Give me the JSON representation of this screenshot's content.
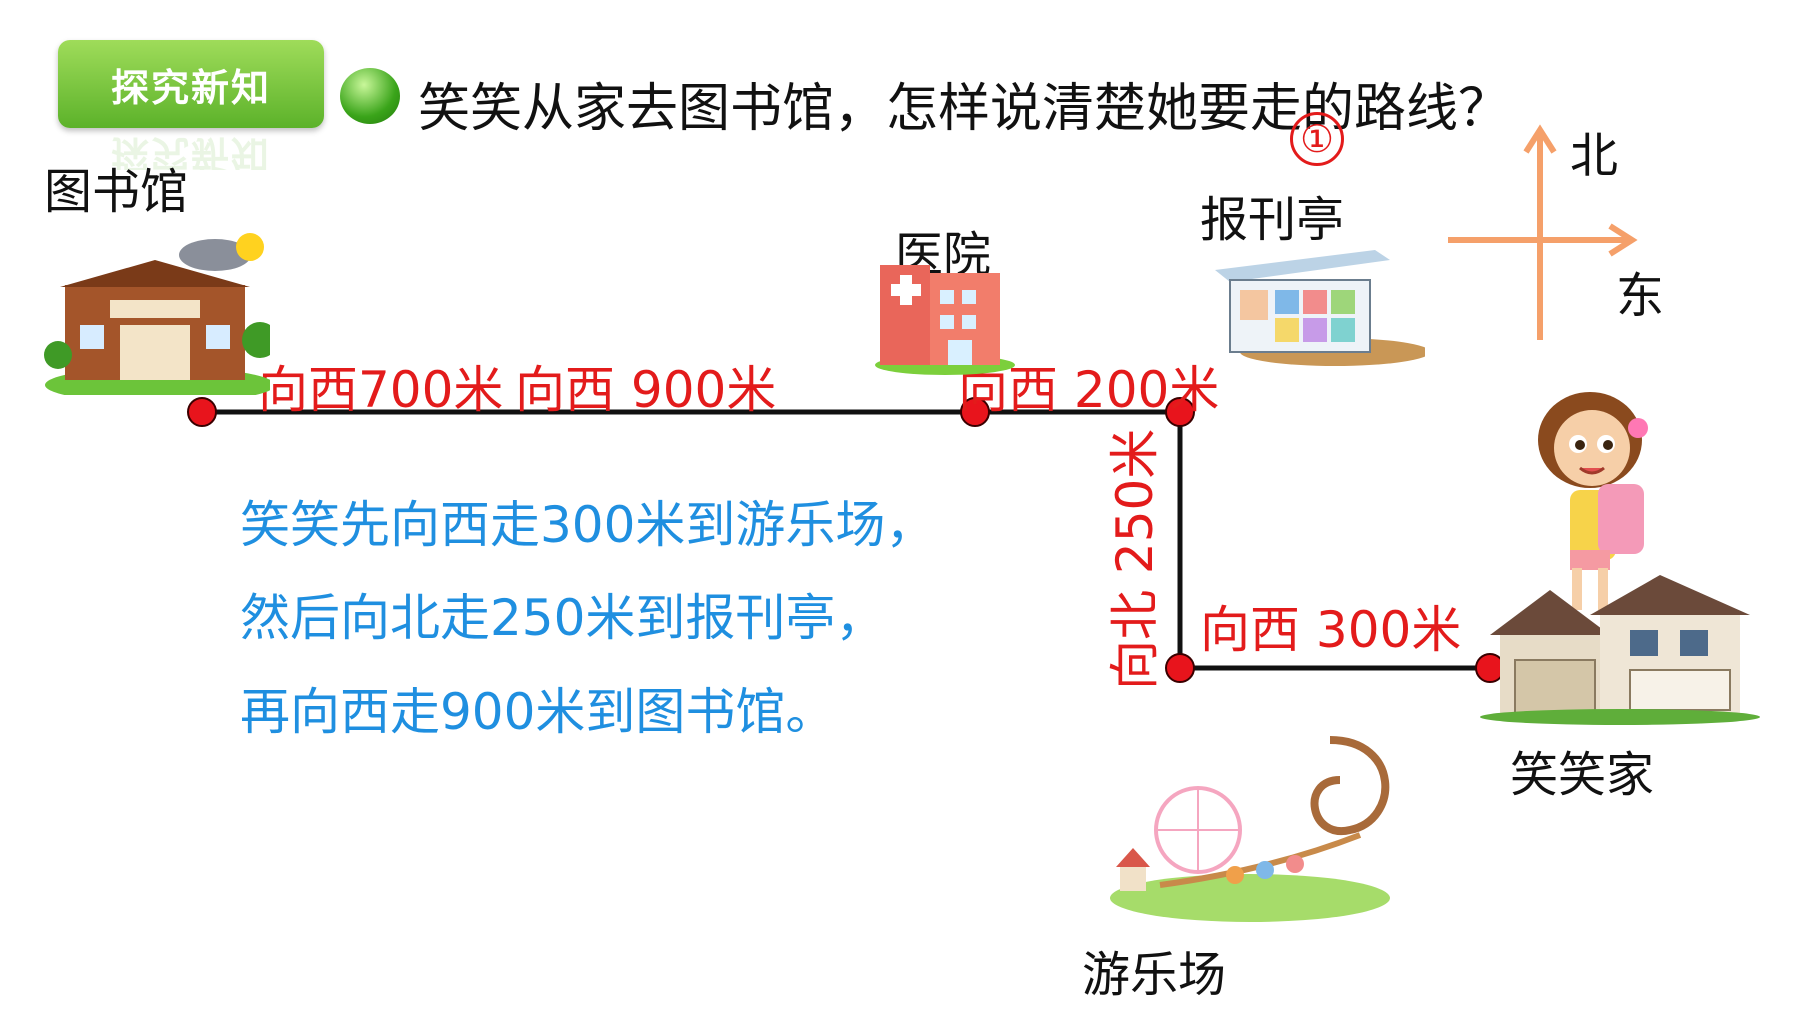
{
  "header": {
    "badge_label": "探究新知",
    "question": "笑笑从家去图书馆，怎样说清楚她要走的路线？"
  },
  "places": {
    "library": "图书馆",
    "hospital": "医院",
    "newsstand": "报刊亭",
    "home": "笑笑家",
    "amusement_park": "游乐场"
  },
  "compass": {
    "north": "北",
    "east": "东"
  },
  "marker": "①",
  "route_labels": {
    "west_700": "向西700米",
    "west_900": "向西  900米",
    "west_200": "向西  200米",
    "north_250": "向北  250米",
    "west_300": "向西  300米"
  },
  "answer": {
    "line1": "笑笑先向西走300米到游乐场，",
    "line2": "然后向北走250米到报刊亭，",
    "line3": "再向西走900米到图书馆。"
  },
  "colors": {
    "accent_green": "#5cb22a",
    "route_red": "#e31b1b",
    "answer_blue": "#1f8fe0",
    "compass_orange": "#f5a06a"
  }
}
